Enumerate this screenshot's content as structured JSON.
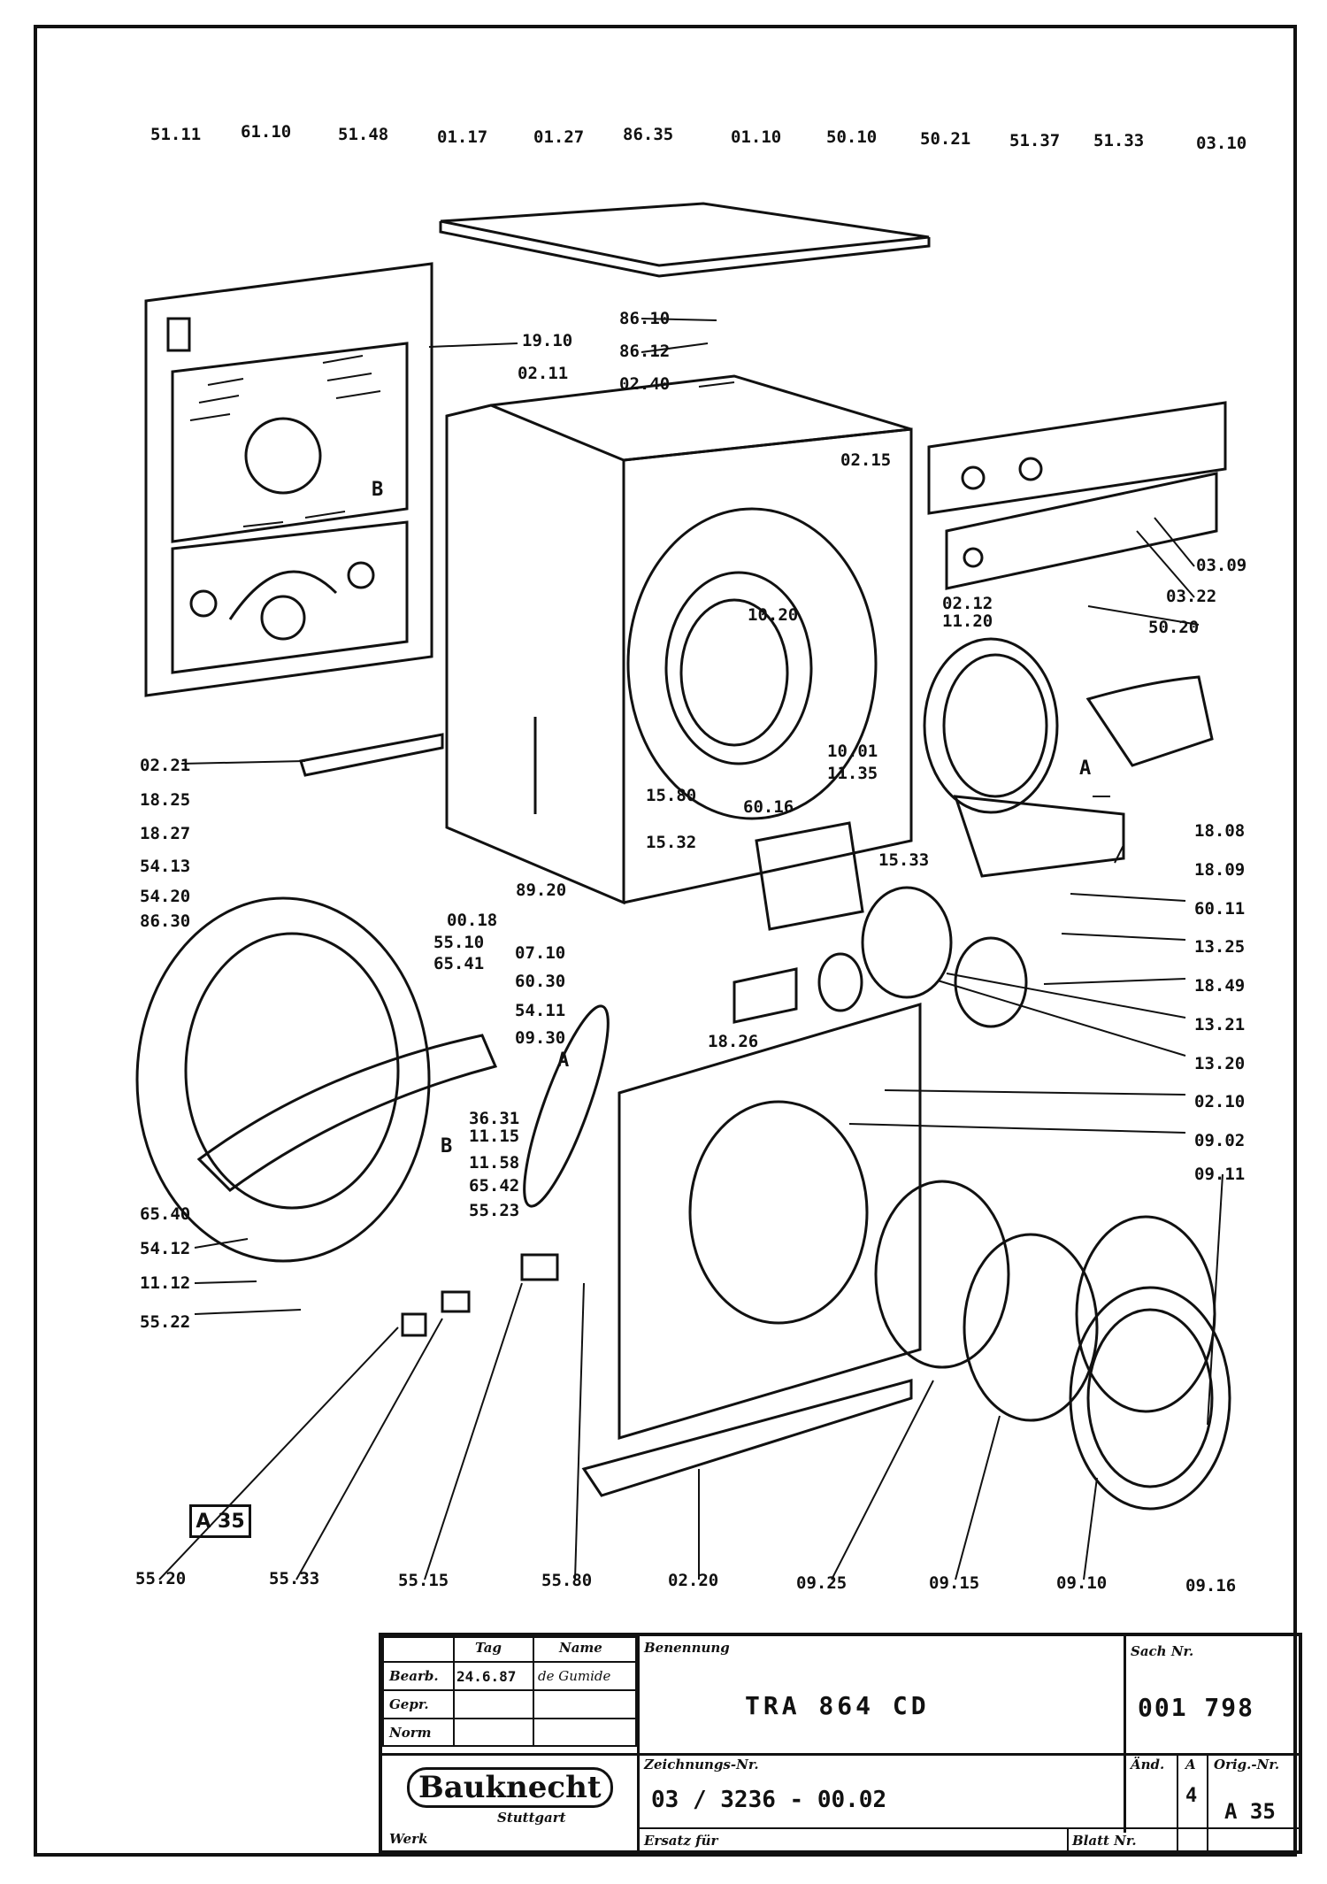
{
  "part_labels": [
    "51.11",
    "61.10",
    "51.48",
    "01.17",
    "01.27",
    "86.35",
    "01.10",
    "50.10",
    "50.21",
    "51.37",
    "51.33",
    "03.10",
    "19.10",
    "02.11",
    "86.10",
    "86.12",
    "02.40",
    "02.15",
    "03.09",
    "03.22",
    "50.20",
    "02.12",
    "11.20",
    "10.20",
    "10.01",
    "11.35",
    "B",
    "A",
    "18.08",
    "18.09",
    "60.11",
    "02.21",
    "18.25",
    "18.27",
    "54.13",
    "54.20",
    "86.30",
    "00.18",
    "89.20",
    "15.80",
    "15.32",
    "60.16",
    "15.33",
    "13.25",
    "18.49",
    "13.21",
    "13.20",
    "07.10",
    "55.10",
    "65.41",
    "60.30",
    "54.11",
    "09.30",
    "18.26",
    "A",
    "02.10",
    "09.02",
    "09.11",
    "36.31",
    "11.15",
    "B",
    "11.58",
    "65.42",
    "55.23",
    "65.40",
    "54.12",
    "11.12",
    "55.22",
    "55.20",
    "55.33",
    "55.15",
    "55.80",
    "02.20",
    "09.25",
    "09.15",
    "09.10",
    "09.16"
  ],
  "ref_box": "A 35",
  "title_block": {
    "col_tag": "Tag",
    "col_name": "Name",
    "row_bearb": "Bearb.",
    "row_gepr": "Gepr.",
    "row_norm": "Norm",
    "date": "24.6.87",
    "name_value": "de Gumide",
    "benennung_label": "Benennung",
    "benennung_value": "TRA 864 CD",
    "sachnr_label": "Sach Nr.",
    "sachnr_value": "001 798",
    "brand": "Bauknecht",
    "city": "Stuttgart",
    "werk_label": "Werk",
    "zeichnungs_label": "Zeichnungs-Nr.",
    "zeichnungs_value": "03 / 3236 - 00.02",
    "ersatz_label": "Ersatz für",
    "blatt_label": "Blatt Nr.",
    "aend_label": "Änd.",
    "aend_value": "4",
    "aend_header": "A",
    "orig_label": "Orig.-Nr.",
    "orig_value": "A 35"
  }
}
